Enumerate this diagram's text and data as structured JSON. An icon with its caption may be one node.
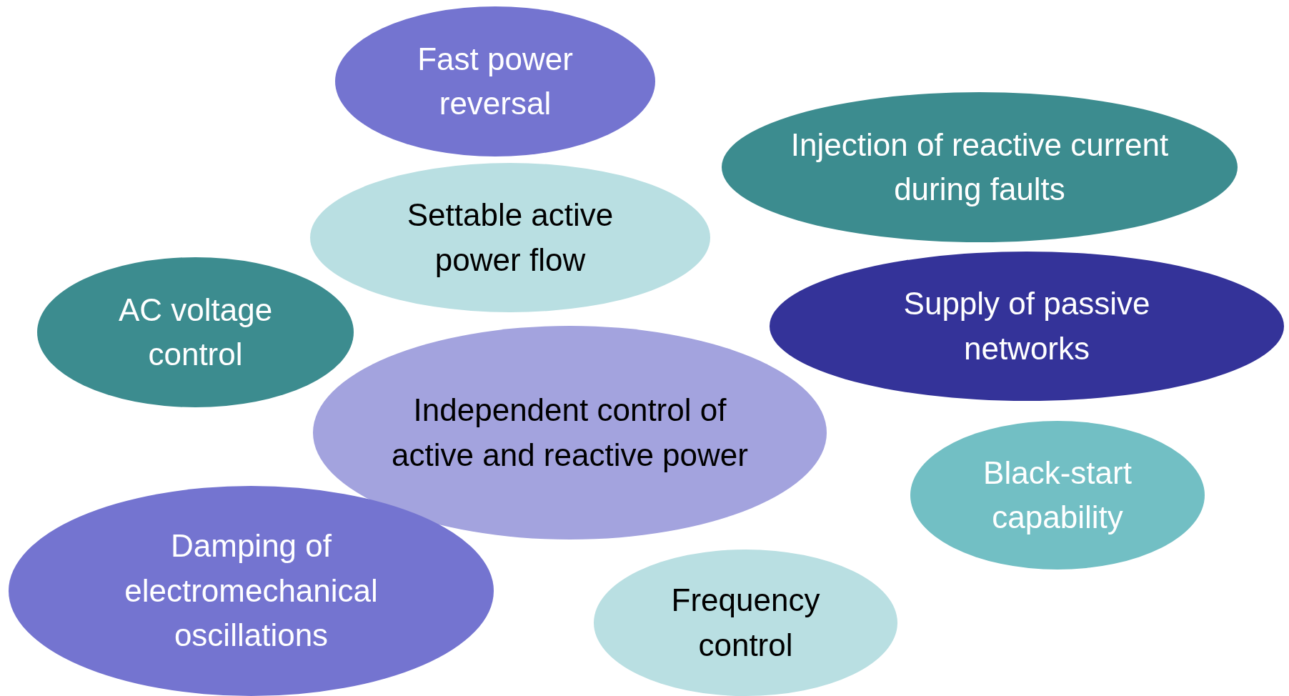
{
  "diagram": {
    "nodes": [
      {
        "text": [
          "Fast power reversal"
        ]
      },
      {
        "text": [
          "Injection of reactive current during faults"
        ]
      },
      {
        "text": [
          "Settable active power flow"
        ]
      },
      {
        "text": [
          "AC voltage control"
        ]
      },
      {
        "text": [
          "Supply of passive networks"
        ]
      },
      {
        "text": [
          "Independent control of active and reactive power"
        ]
      },
      {
        "text": [
          "Black-start capability"
        ]
      },
      {
        "text": [
          "Damping of electromechanical oscillations"
        ]
      },
      {
        "text": [
          "Frequency control"
        ]
      }
    ]
  }
}
